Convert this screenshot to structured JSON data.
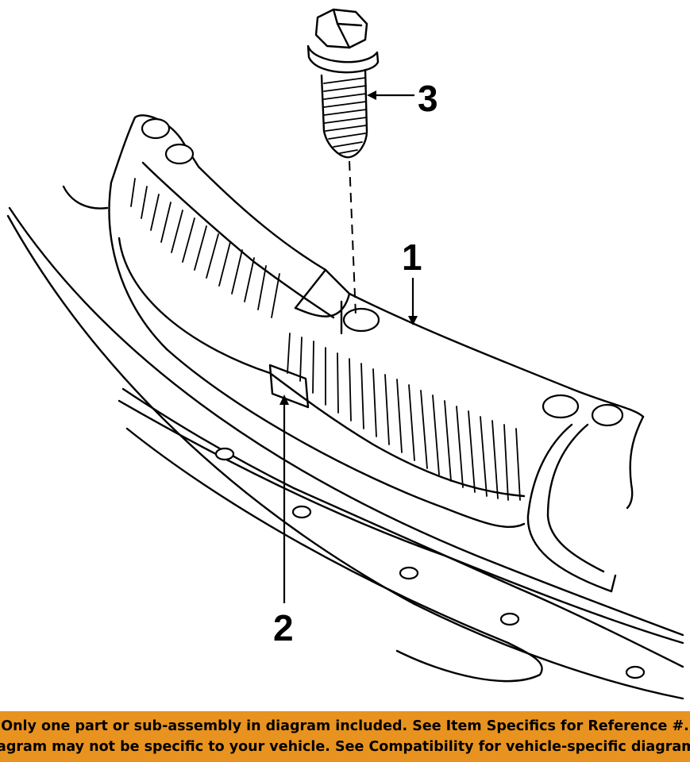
{
  "callouts": {
    "part_1": "1",
    "part_2": "2",
    "part_3": "3"
  },
  "banner": {
    "line1": "Only one part or sub-assembly in diagram included. See Item Specifics for Reference #.",
    "line2": "Diagram may not be specific to your vehicle. See Compatibility for vehicle-specific diagrams.",
    "background_color": "#e8931f"
  }
}
